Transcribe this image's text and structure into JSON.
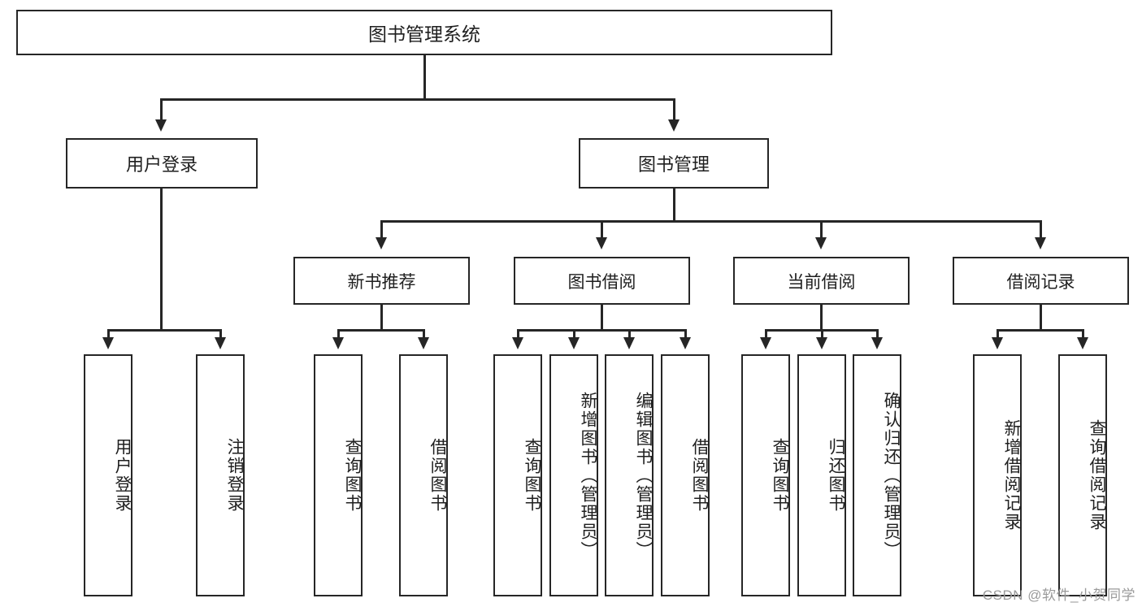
{
  "diagram": {
    "title": "图书管理系统",
    "type": "tree",
    "colors": {
      "stroke": "#262626",
      "fill": "#ffffff",
      "text": "#1f1f1f",
      "watermark": "#9a9a9a"
    },
    "root": {
      "label": "图书管理系统"
    },
    "level2": [
      {
        "label": "用户登录"
      },
      {
        "label": "图书管理"
      }
    ],
    "level3": [
      {
        "label": "新书推荐"
      },
      {
        "label": "图书借阅"
      },
      {
        "label": "当前借阅"
      },
      {
        "label": "借阅记录"
      }
    ],
    "leaves": {
      "user_login": [
        {
          "label": "用户登录"
        },
        {
          "label": "注销登录"
        }
      ],
      "new_book_recommend": [
        {
          "label": "查询图书"
        },
        {
          "label": "借阅图书"
        }
      ],
      "book_borrow": [
        {
          "label": "查询图书"
        },
        {
          "label": "新增图书（管理员）"
        },
        {
          "label": "编辑图书（管理员）"
        },
        {
          "label": "借阅图书"
        }
      ],
      "current_borrow": [
        {
          "label": "查询图书"
        },
        {
          "label": "归还图书"
        },
        {
          "label": "确认归还（管理员）"
        }
      ],
      "borrow_record": [
        {
          "label": "新增借阅记录"
        },
        {
          "label": "查询借阅记录"
        }
      ]
    }
  },
  "watermark": {
    "text": "CSDN @软件_小贺同学"
  }
}
